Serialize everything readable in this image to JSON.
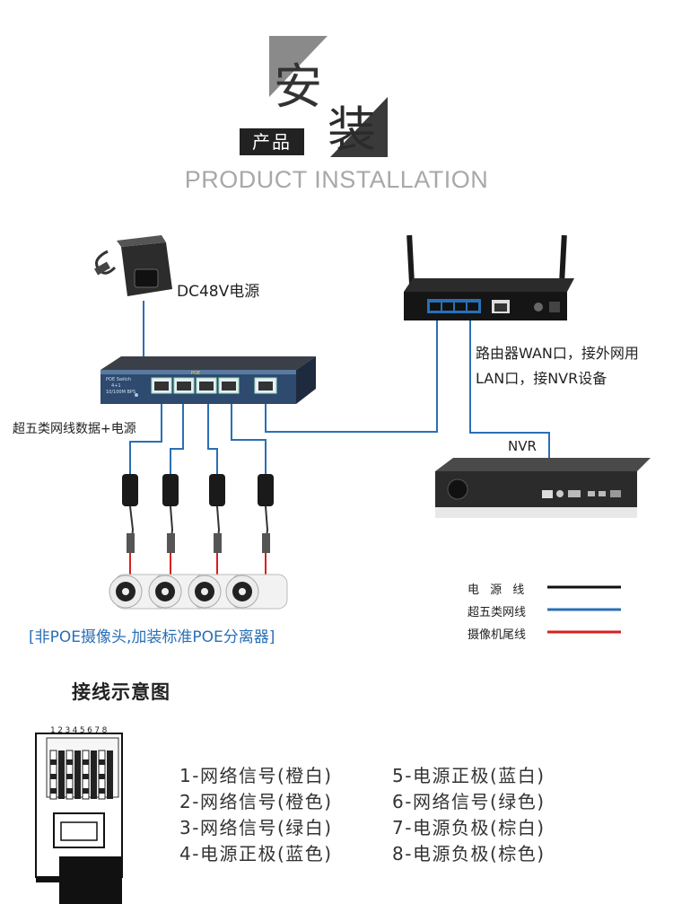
{
  "header": {
    "title_char1": "安",
    "title_char2": "装",
    "badge": "产品",
    "subtitle": "PRODUCT INSTALLATION"
  },
  "labels": {
    "power_supply": "DC48V电源",
    "router_line1": "路由器WAN口，接外网用",
    "router_line2": "LAN口，接NVR设备",
    "nvr": "NVR",
    "cable_note": "超五类网线数据+电源",
    "camera_note": "[非POE摄像头,加装标准POE分离器]",
    "switch_text1": "POE Switch",
    "switch_text2": "4+1",
    "switch_text3": "10/100M BPS",
    "switch_poe": "POE"
  },
  "legend": {
    "items": [
      {
        "label": "电 源 线",
        "color": "#111111"
      },
      {
        "label": "超五类网线",
        "color": "#2a6fb6"
      },
      {
        "label": "摄像机尾线",
        "color": "#d62020"
      }
    ]
  },
  "wiring": {
    "title": "接线示意图",
    "pin_numbers": "12345678",
    "left_column": [
      "1-网络信号(橙白)",
      "2-网络信号(橙色)",
      "3-网络信号(绿白)",
      "4-电源正极(蓝色)"
    ],
    "right_column": [
      "5-电源正极(蓝白)",
      "6-网络信号(绿色)",
      "7-电源负极(棕白)",
      "8-电源负极(棕色)"
    ]
  },
  "colors": {
    "network_cable": "#2a6fb6",
    "power_cable": "#111111",
    "camera_tail": "#d62020",
    "header_dark": "#2b2b2b"
  }
}
